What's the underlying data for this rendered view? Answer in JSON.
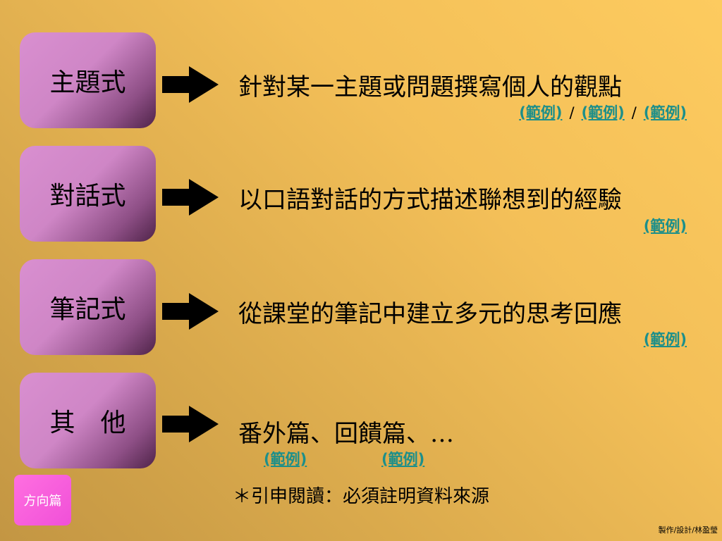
{
  "rows": [
    {
      "label": "主題式",
      "text": "針對某一主題或問題撰寫個人的觀點",
      "links": [
        "(範例)",
        "(範例)",
        "(範例)"
      ],
      "separator": "/"
    },
    {
      "label": "對話式",
      "text": "以口語對話的方式描述聯想到的經驗",
      "links": [
        "(範例)"
      ]
    },
    {
      "label": "筆記式",
      "text": "從課堂的筆記中建立多元的思考回應",
      "links": [
        "(範例)"
      ]
    },
    {
      "label": "其　他",
      "text": "番外篇、回饋篇、…",
      "links": [
        "(範例)",
        "(範例)"
      ]
    }
  ],
  "nav_button": "方向篇",
  "note": "＊引申閱讀：必須註明資料來源",
  "credit": "製作/設計/林盈瑩",
  "colors": {
    "link": "#1d8f8a",
    "pill": "#d98fd0",
    "nav": "#ff6fe0"
  }
}
